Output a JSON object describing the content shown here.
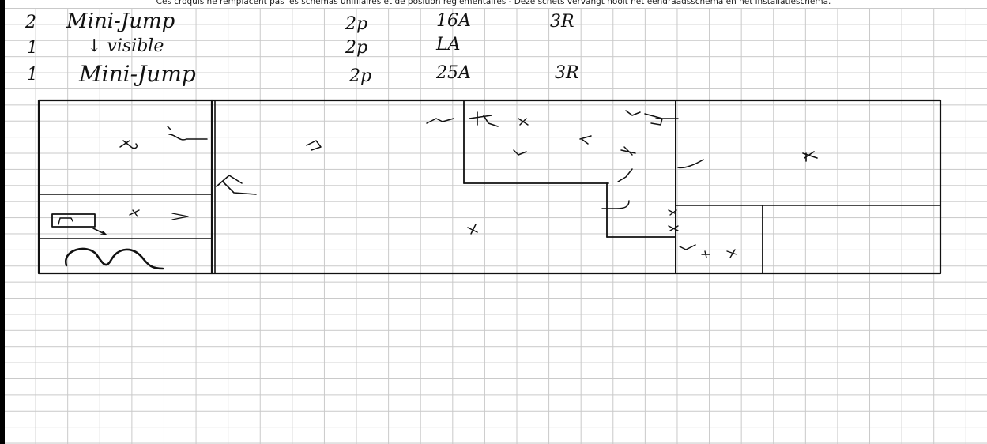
{
  "disclaimer": "Ces croquis ne remplacent pas les schémas unifilaires et de position réglementaires - Deze schets vervangt nooit het eendraadsschema en het installatieschema.",
  "legend": {
    "rows": [
      {
        "qty": "2",
        "description": "Mini-Jump",
        "poles": "2p",
        "current": "16A",
        "extra": "3R"
      },
      {
        "qty": "1",
        "description": "↓ visible",
        "poles": "2p",
        "current": "LA",
        "extra": ""
      },
      {
        "qty": "1",
        "description": "Mini-Jump",
        "poles": "2p",
        "current": "25A",
        "extra": "3R"
      }
    ]
  },
  "colors": {
    "ink": "#111111",
    "grid": "#c9c9c9",
    "paper": "#ffffff"
  }
}
